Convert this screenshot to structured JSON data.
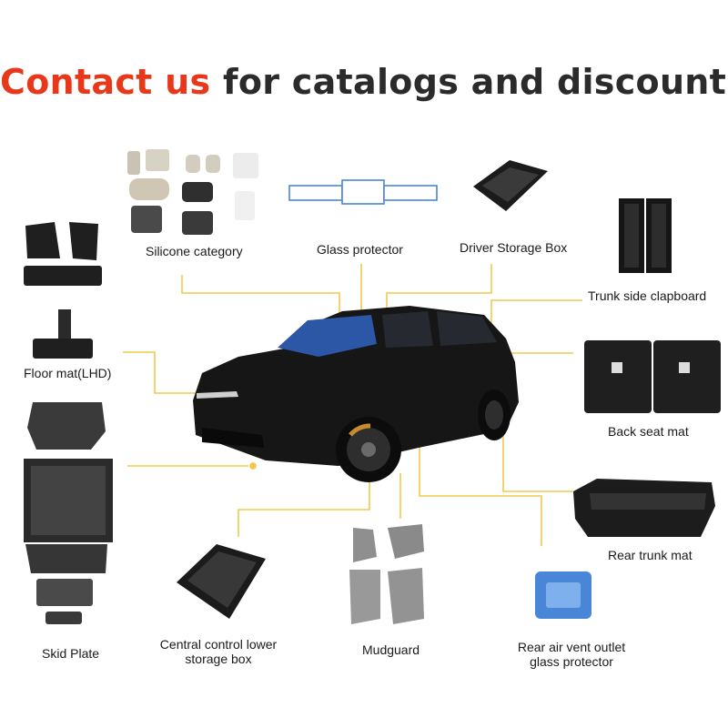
{
  "headline": {
    "accent": "Contact us",
    "rest": "for catalogs and discounts"
  },
  "colors": {
    "accent": "#e8381c",
    "callout": "#f2c94c",
    "product": "#2a2a2a",
    "car": "#161616"
  },
  "products": [
    {
      "id": "silicone",
      "label": "Silicone category"
    },
    {
      "id": "glass",
      "label": "Glass protector"
    },
    {
      "id": "driver-box",
      "label": "Driver Storage Box"
    },
    {
      "id": "trunk-side",
      "label": "Trunk side clapboard"
    },
    {
      "id": "floor-mat",
      "label": "Floor mat(LHD)"
    },
    {
      "id": "back-seat",
      "label": "Back seat mat"
    },
    {
      "id": "skid",
      "label": "Skid Plate"
    },
    {
      "id": "rear-trunk",
      "label": "Rear trunk mat"
    },
    {
      "id": "central-box",
      "label": "Central control lower storage box"
    },
    {
      "id": "mudguard",
      "label": "Mudguard"
    },
    {
      "id": "vent",
      "label": "Rear air vent outlet glass protector"
    }
  ]
}
